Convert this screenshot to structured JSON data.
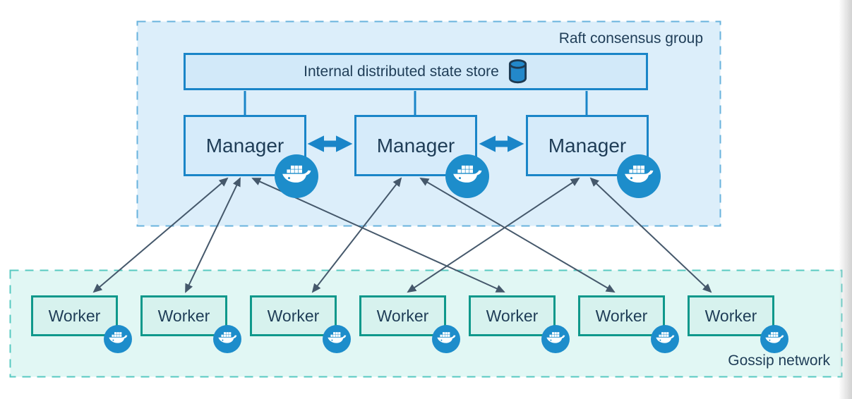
{
  "raft_group": {
    "label": "Raft consensus group"
  },
  "state_store": {
    "label": "Internal distributed state store"
  },
  "managers": [
    {
      "label": "Manager"
    },
    {
      "label": "Manager"
    },
    {
      "label": "Manager"
    }
  ],
  "gossip_network": {
    "label": "Gossip network"
  },
  "workers": [
    {
      "label": "Worker"
    },
    {
      "label": "Worker"
    },
    {
      "label": "Worker"
    },
    {
      "label": "Worker"
    },
    {
      "label": "Worker"
    },
    {
      "label": "Worker"
    },
    {
      "label": "Worker"
    }
  ],
  "connections": {
    "manager_peer_links": [
      [
        "manager-1",
        "manager-2"
      ],
      [
        "manager-2",
        "manager-3"
      ]
    ],
    "store_links": [
      "manager-1",
      "manager-2",
      "manager-3"
    ],
    "manager_worker_links": [
      [
        "manager-1",
        "worker-1"
      ],
      [
        "manager-1",
        "worker-2"
      ],
      [
        "manager-1",
        "worker-5"
      ],
      [
        "manager-2",
        "worker-3"
      ],
      [
        "manager-2",
        "worker-6"
      ],
      [
        "manager-3",
        "worker-4"
      ],
      [
        "manager-3",
        "worker-7"
      ]
    ]
  },
  "colors": {
    "raft_fill": "#dceefa",
    "raft_border": "#69b3dd",
    "manager_fill": "#d6ebfa",
    "manager_border": "#1a85c8",
    "gossip_fill": "#e1f7f4",
    "gossip_border": "#57c9c1",
    "worker_fill": "#d7f2ee",
    "worker_border": "#0f988b",
    "docker_badge_blue": "#1d8dcb",
    "thick_arrow_blue": "#1a85c8",
    "thin_arrow": "#45586b",
    "text": "#1f3d57"
  }
}
